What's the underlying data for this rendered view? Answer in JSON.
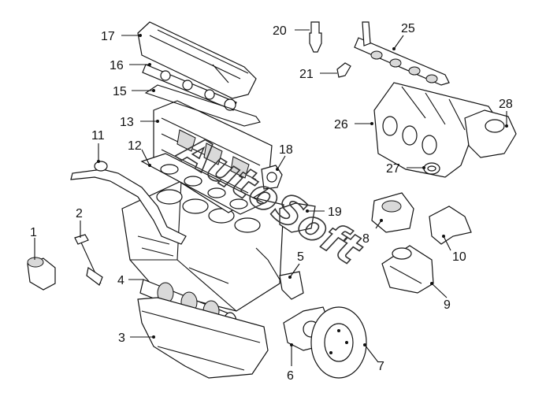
{
  "diagram": {
    "watermark": "AutoSoft",
    "callouts": [
      {
        "id": "1",
        "part": "oil-filter"
      },
      {
        "id": "2",
        "part": "dipstick"
      },
      {
        "id": "3",
        "part": "oil-pan"
      },
      {
        "id": "4",
        "part": "crankshaft"
      },
      {
        "id": "5",
        "part": "pipe-bracket"
      },
      {
        "id": "6",
        "part": "flywheel-housing"
      },
      {
        "id": "7",
        "part": "flywheel"
      },
      {
        "id": "8",
        "part": "engine-mount"
      },
      {
        "id": "9",
        "part": "starter-motor"
      },
      {
        "id": "10",
        "part": "mount-bracket"
      },
      {
        "id": "11",
        "part": "coolant-hose"
      },
      {
        "id": "12",
        "part": "head-gasket"
      },
      {
        "id": "13",
        "part": "cylinder-head"
      },
      {
        "id": "15",
        "part": "valve-cover-gasket"
      },
      {
        "id": "16",
        "part": "camshaft"
      },
      {
        "id": "17",
        "part": "valve-cover"
      },
      {
        "id": "18",
        "part": "thermostat"
      },
      {
        "id": "19",
        "part": "timing-belt-cover"
      },
      {
        "id": "20",
        "part": "spark-plug"
      },
      {
        "id": "21",
        "part": "injector"
      },
      {
        "id": "25",
        "part": "fuel-rail"
      },
      {
        "id": "26",
        "part": "intake-manifold"
      },
      {
        "id": "27",
        "part": "gasket-ring"
      },
      {
        "id": "28",
        "part": "throttle-body"
      }
    ]
  }
}
